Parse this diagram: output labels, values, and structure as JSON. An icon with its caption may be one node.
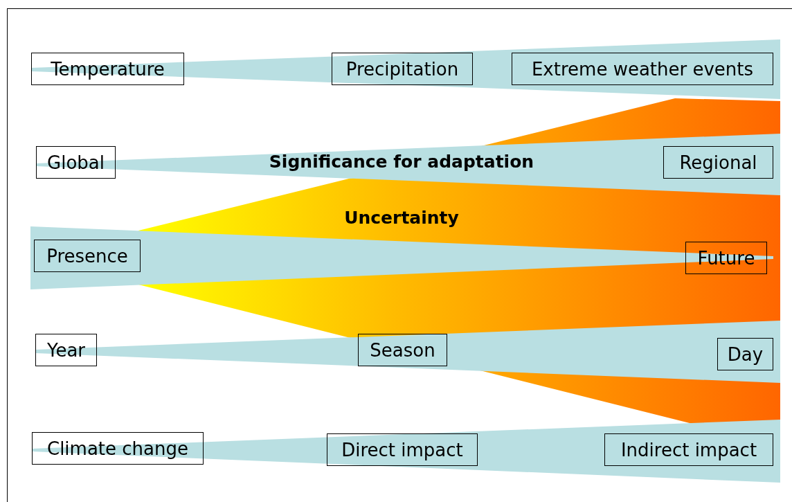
{
  "diagram": {
    "nodes": [
      {
        "text": [
          "Temperature"
        ]
      },
      {
        "text": [
          "Precipitation"
        ]
      },
      {
        "text": [
          "Extreme weather events"
        ]
      },
      {
        "text": [
          "Global"
        ]
      },
      {
        "text": [
          "Regional"
        ]
      },
      {
        "text": [
          "Presence"
        ]
      },
      {
        "text": [
          "Future"
        ]
      },
      {
        "text": [
          "Year"
        ]
      },
      {
        "text": [
          "Season"
        ]
      },
      {
        "text": [
          "Day"
        ]
      },
      {
        "text": [
          "Climate change"
        ]
      },
      {
        "text": [
          "Direct impact"
        ]
      },
      {
        "text": [
          "Indirect impact"
        ]
      }
    ],
    "labels": [
      "Significance for adaptation",
      "Uncertainty"
    ]
  }
}
